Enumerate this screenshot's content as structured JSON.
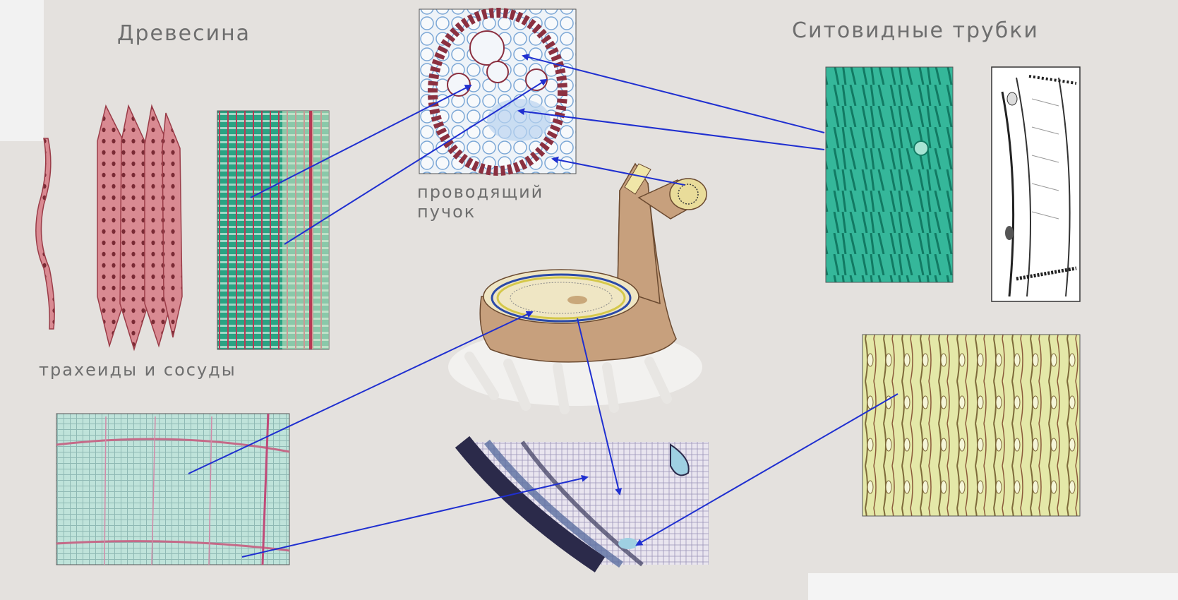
{
  "labels": {
    "wood": "Древесина",
    "sieve_tubes": "Ситовидные трубки",
    "vascular_bundle": "проводящий\nпучок",
    "tracheids_vessels": "трахеиды и сосуды"
  },
  "colors": {
    "background": "#e4e1de",
    "arrow": "#1f2fd0",
    "label_text": "#6e6e6e",
    "xylem_red": "#c0485a",
    "phloem_teal": "#2aa383",
    "trunk_brown": "#c7a07d"
  }
}
